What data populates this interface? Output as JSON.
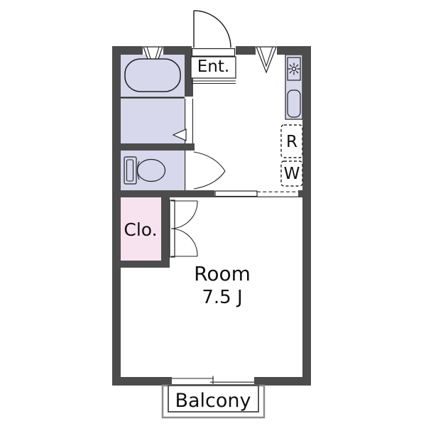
{
  "floorplan": {
    "labels": {
      "entrance": "Ent.",
      "refrigerator": "R",
      "washing_machine": "W",
      "closet": "Clo.",
      "room_name": "Room",
      "room_area": "7.5 J",
      "balcony": "Balcony"
    },
    "colors": {
      "wall": "#4c4c4c",
      "wet_fill": "#d8d8ec",
      "closet_fill": "#f7e3ef",
      "line": "#222222",
      "balcony_outer": "#8c8c8c",
      "balcony_inner": "#5a5a5a"
    }
  }
}
